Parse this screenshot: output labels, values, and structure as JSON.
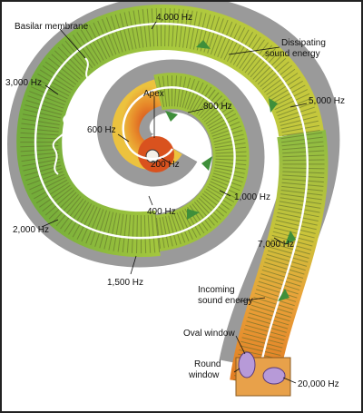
{
  "diagram": {
    "labels": {
      "basilar": "Basilar membrane",
      "f4000": "4,000 Hz",
      "dissipating": "Dissipating",
      "sound_energy_1": "sound energy",
      "f3000": "3,000 Hz",
      "f5000": "5,000 Hz",
      "apex": "Apex",
      "f800": "800 Hz",
      "f600": "600 Hz",
      "f200": "200 Hz",
      "f400": "400 Hz",
      "f1000": "1,000 Hz",
      "f2000": "2,000 Hz",
      "f7000": "7,000 Hz",
      "f1500": "1,500 Hz",
      "incoming": "Incoming",
      "sound_energy_2": "sound energy",
      "oval": "Oval window",
      "round_1": "Round",
      "round_2": "window",
      "f20000": "20,000 Hz"
    },
    "colors": {
      "base_orange": "#e07820",
      "mid_yellow": "#e8c030",
      "outer_green": "#86b840",
      "inner_red": "#d85020",
      "arrow_green": "#3f8f3a",
      "window_purple": "#b79ad8"
    }
  }
}
